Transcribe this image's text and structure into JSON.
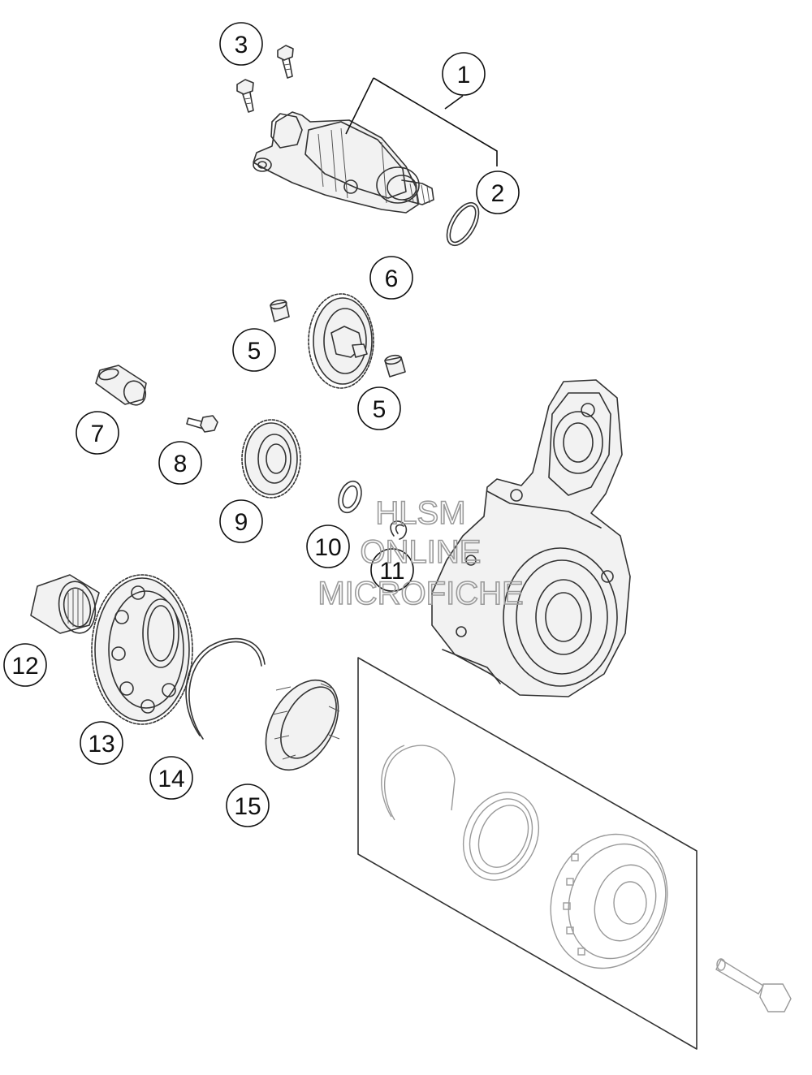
{
  "diagram": {
    "callouts": [
      {
        "id": "c1",
        "label": "1"
      },
      {
        "id": "c2",
        "label": "2"
      },
      {
        "id": "c3",
        "label": "3"
      },
      {
        "id": "c5a",
        "label": "5"
      },
      {
        "id": "c5b",
        "label": "5"
      },
      {
        "id": "c6",
        "label": "6"
      },
      {
        "id": "c7",
        "label": "7"
      },
      {
        "id": "c8",
        "label": "8"
      },
      {
        "id": "c9",
        "label": "9"
      },
      {
        "id": "c10",
        "label": "10"
      },
      {
        "id": "c11",
        "label": "11"
      },
      {
        "id": "c12",
        "label": "12"
      },
      {
        "id": "c13",
        "label": "13"
      },
      {
        "id": "c14",
        "label": "14"
      },
      {
        "id": "c15",
        "label": "15"
      }
    ],
    "watermark": {
      "line1": "HLSM",
      "line2": "ONLINE",
      "line3": "MICROFICHE"
    }
  }
}
